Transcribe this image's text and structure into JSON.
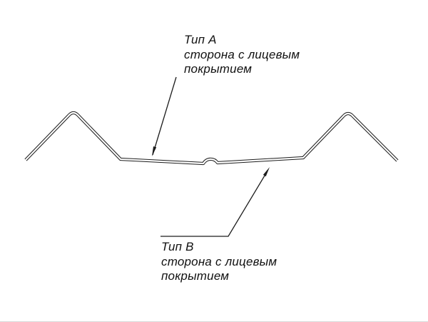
{
  "diagram": {
    "description": "Cross-section profile of corrugated sheet with coated-side callouts",
    "colors": {
      "line": "#1c1c1c",
      "background": "#ffffff"
    }
  },
  "labels": {
    "type_a": {
      "title": "Тип А",
      "line1": "сторона с лицевым",
      "line2": "покрытием"
    },
    "type_b": {
      "title": "Тип В",
      "line1": "сторона с лицевым",
      "line2": "покрытием"
    }
  }
}
